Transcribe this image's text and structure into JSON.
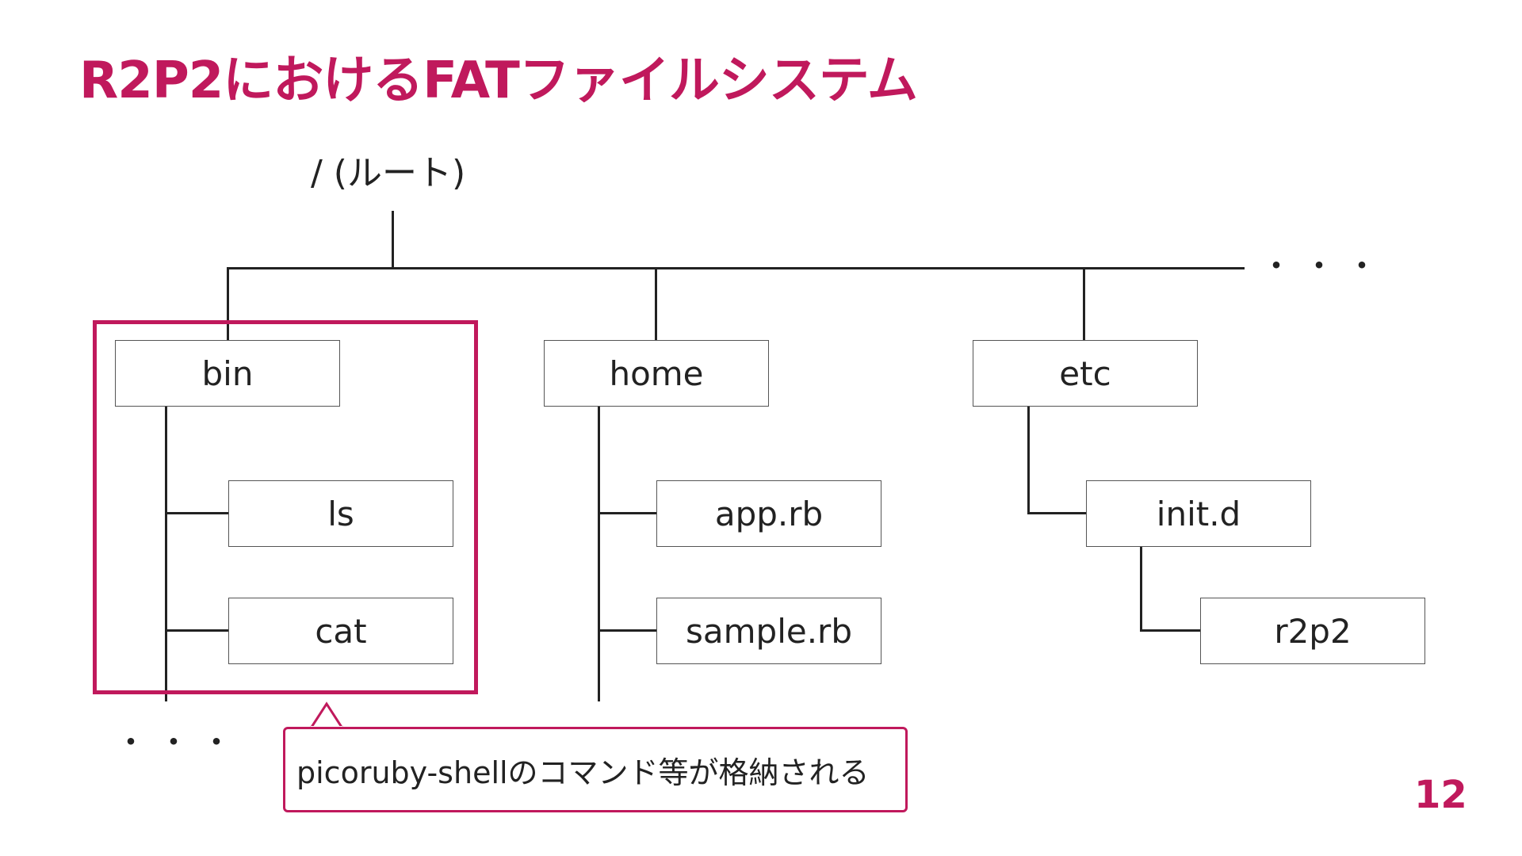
{
  "slide": {
    "title": "R2P2におけるFATファイルシステム",
    "page_number": "12",
    "accent_color": "#c0195c"
  },
  "tree": {
    "root_label": "/ (ルート)",
    "more_siblings_marker": "・・・",
    "more_children_marker": "・・・",
    "bin": {
      "label": "bin",
      "children": [
        "ls",
        "cat"
      ]
    },
    "home": {
      "label": "home",
      "children": [
        "app.rb",
        "sample.rb"
      ]
    },
    "etc": {
      "label": "etc",
      "children": [
        "init.d"
      ],
      "init_d_children": [
        "r2p2"
      ]
    }
  },
  "callout": {
    "text": "picoruby-shellのコマンド等が格納される"
  }
}
